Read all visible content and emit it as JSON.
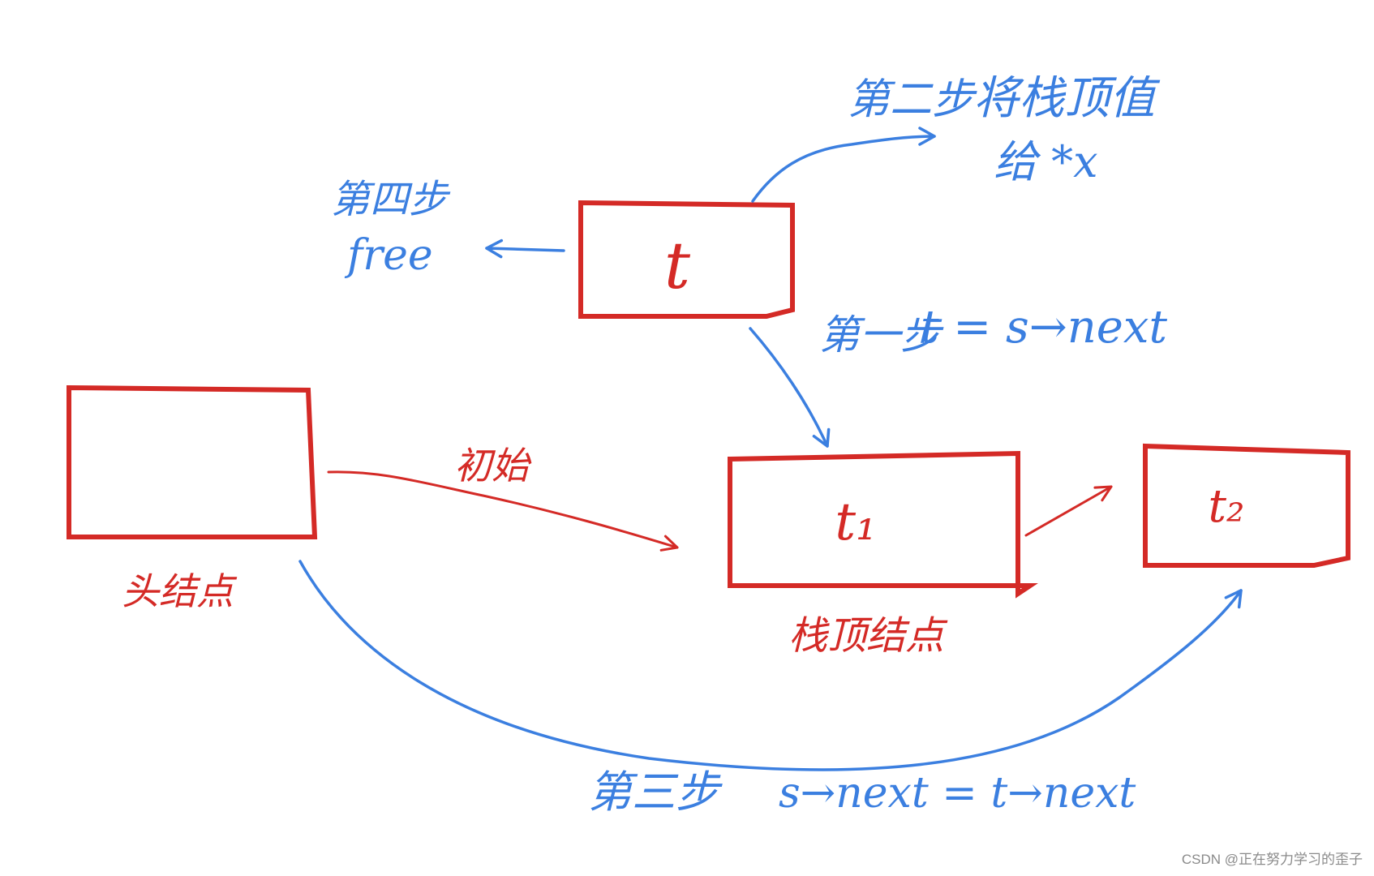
{
  "nodes": {
    "t": "t",
    "t1": "t₁",
    "t2": "t₂"
  },
  "labels": {
    "head_node": "头结点",
    "top_node": "栈顶结点",
    "initial": "初始"
  },
  "steps": {
    "step1": {
      "label": "第一步",
      "code": "t = s→next"
    },
    "step2": {
      "label": "第二步",
      "text_line1": "将栈顶值",
      "text_line2": "给 *x"
    },
    "step3": {
      "label": "第三步",
      "code": "s→next = t→next"
    },
    "step4": {
      "label": "第四步",
      "code": "free"
    }
  },
  "watermark": "CSDN @正在努力学习的歪子",
  "colors": {
    "red": "#d42a26",
    "blue": "#3b7fe0"
  }
}
